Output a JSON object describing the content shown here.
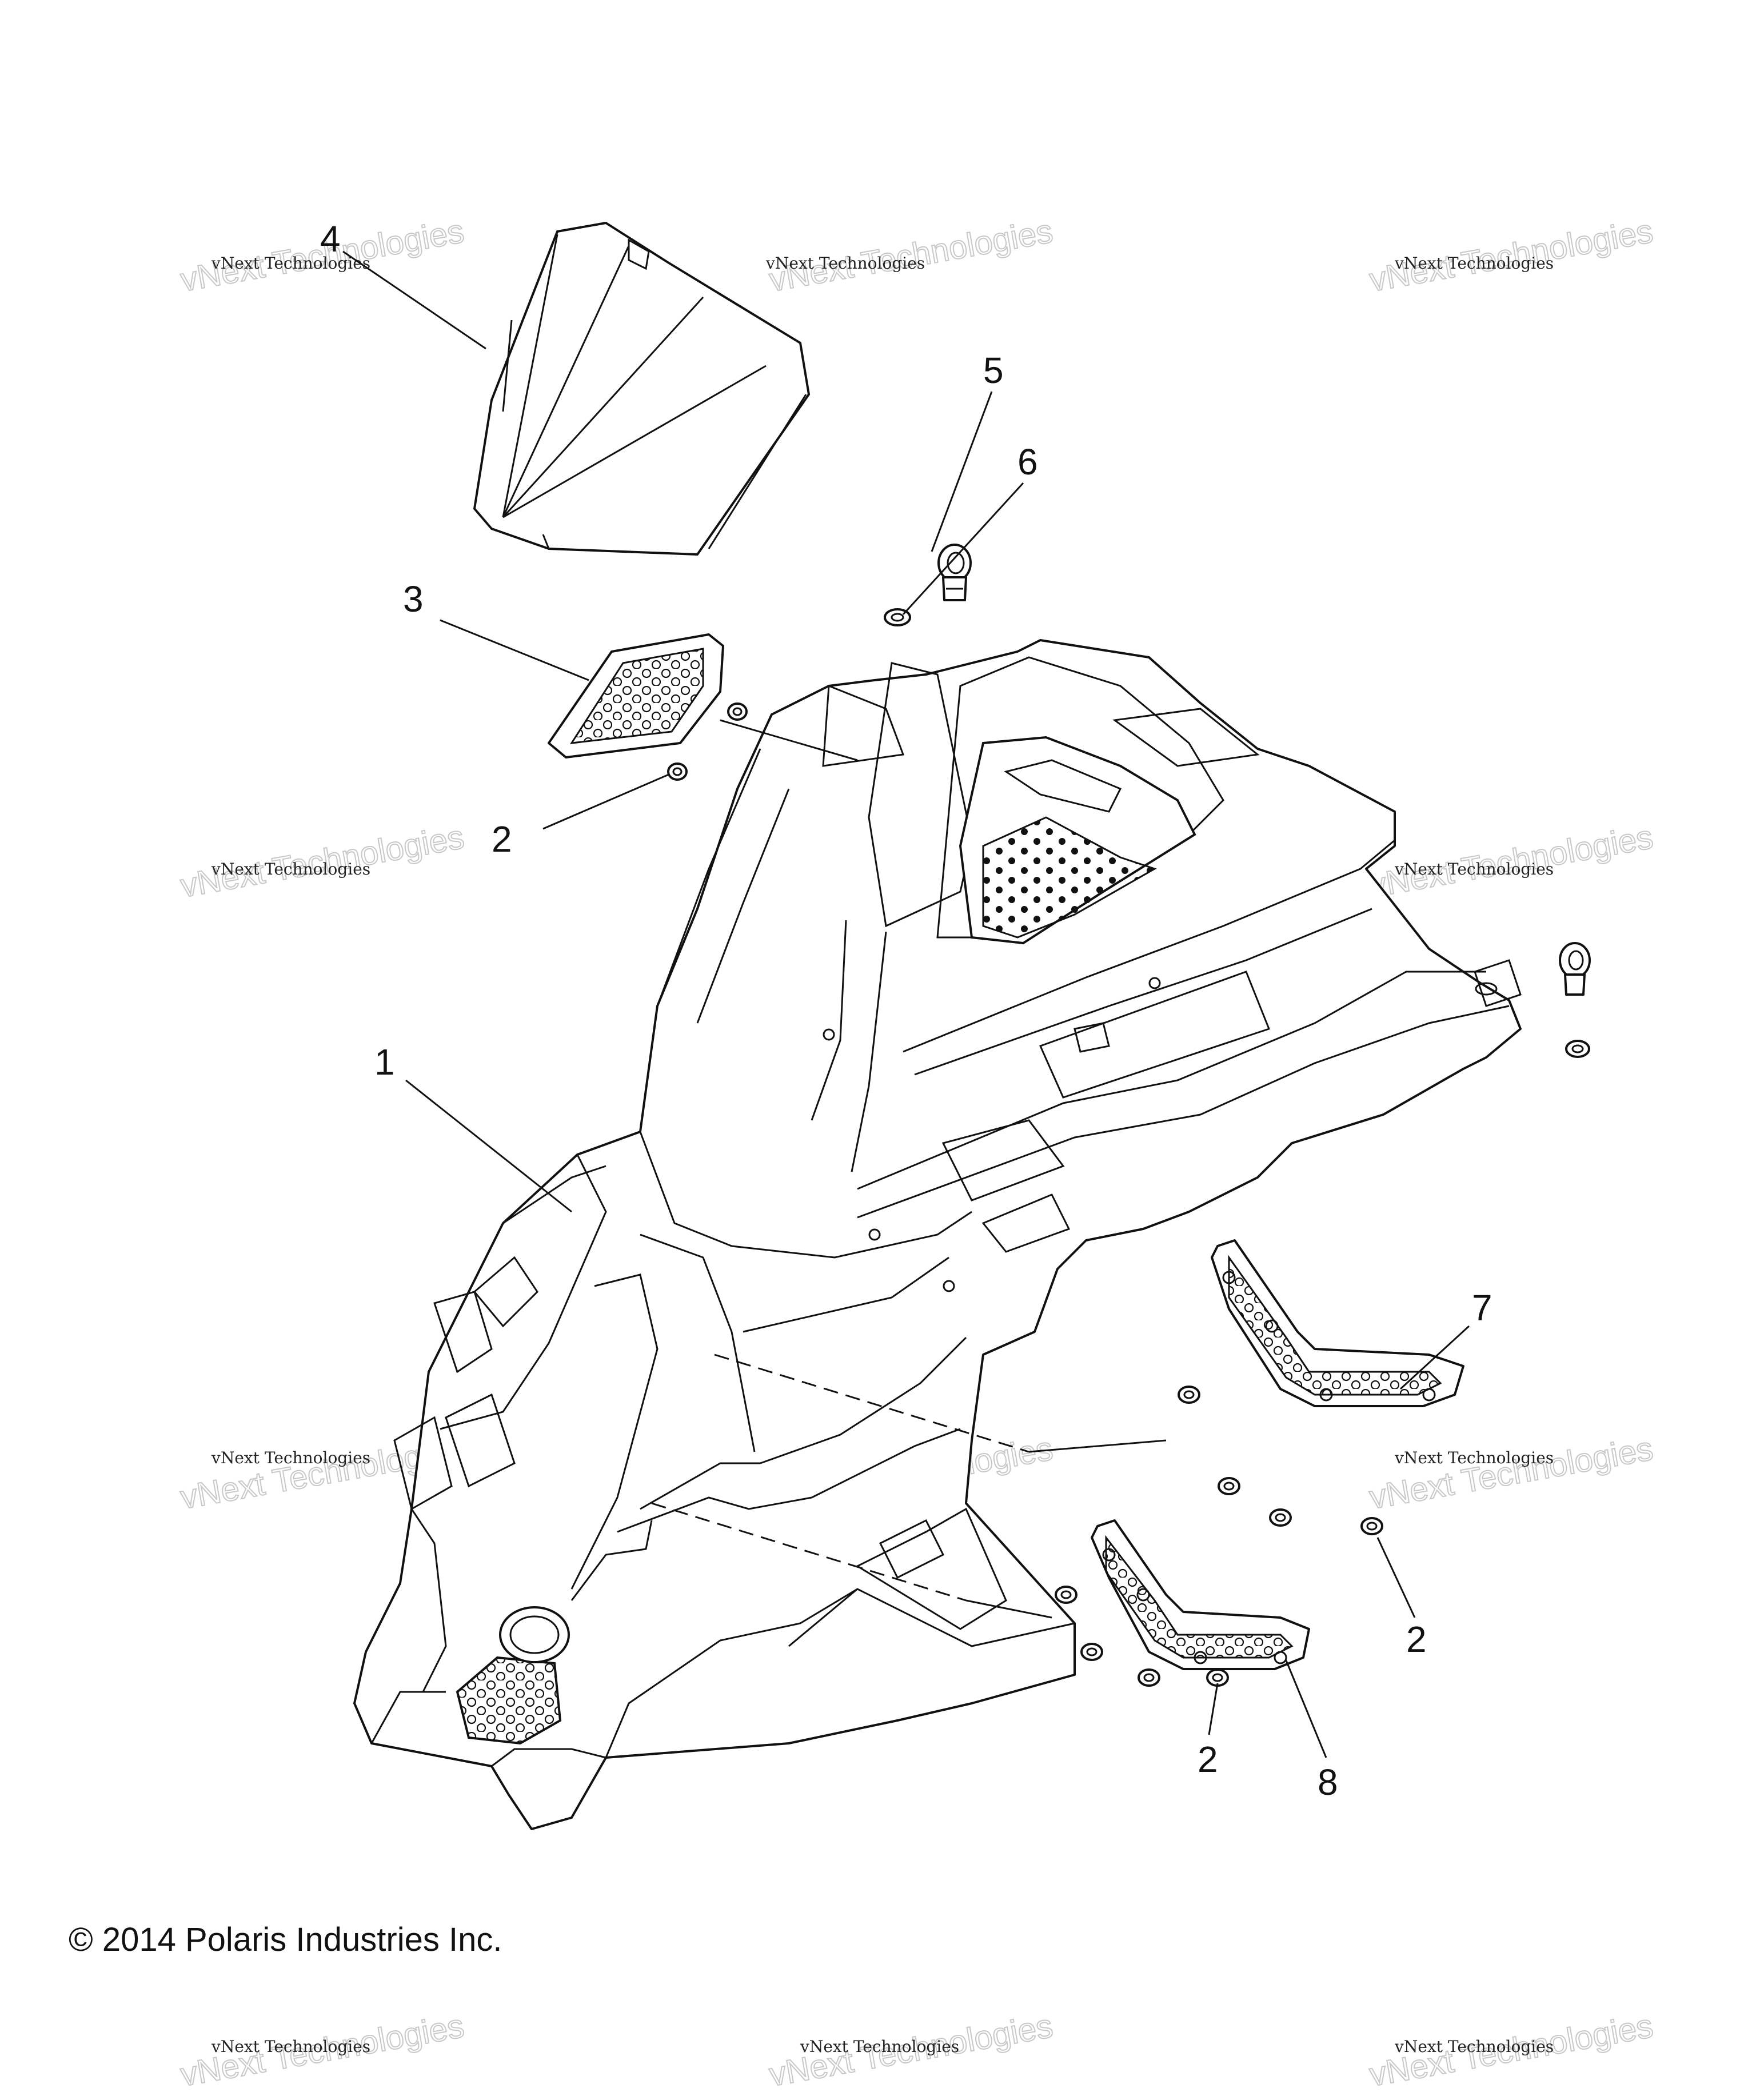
{
  "callouts": {
    "c1": "1",
    "c2a": "2",
    "c2b": "2",
    "c2c": "2",
    "c3": "3",
    "c4": "4",
    "c5": "5",
    "c6": "6",
    "c7": "7",
    "c8": "8"
  },
  "watermark": {
    "small": "vNext Technologies",
    "big": "vNext Technologies"
  },
  "copyright": "© 2014 Polaris Industries Inc."
}
